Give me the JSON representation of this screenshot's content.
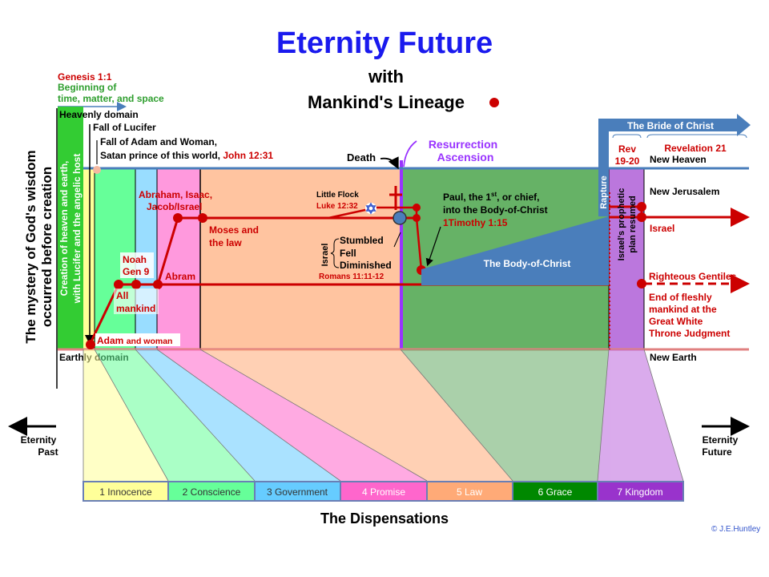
{
  "title": "Eternity Future",
  "subtitle_with": "with",
  "subtitle_lineage": "Mankind's Lineage",
  "side_title_line1": "The mystery of God's wisdom",
  "side_title_line2": "occurred before creation",
  "genesis": {
    "ref": "Genesis 1:1",
    "line1": "Beginning of",
    "line2": "time, matter, and space"
  },
  "heavenly_domain": "Heavenly domain",
  "earthly_domain": "Earthly domain",
  "creation_line1": "Creation of heaven and earth,",
  "creation_line2": "with Lucifer and the angelic host",
  "fall_lucifer": "Fall of Lucifer",
  "fall_adam_line1": "Fall of Adam and Woman,",
  "fall_adam_line2": "Satan prince of this world,",
  "fall_adam_ref": "John 12:31",
  "adam_label": "Adam",
  "woman_label": "and woman",
  "noah_line1": "Noah",
  "noah_line2": "Gen 9",
  "all_mankind_line1": "All",
  "all_mankind_line2": "mankind",
  "abram": "Abram",
  "abraham_line1": "Abraham, Isaac,",
  "abraham_line2": "Jacob/Israel",
  "moses_line1": "Moses and",
  "moses_line2": "the law",
  "little_flock": "Little Flock",
  "little_flock_ref": "Luke 12:32",
  "israel_vertical": "Israel",
  "stumbled": "Stumbled",
  "fell": "Fell",
  "diminished": "Diminished",
  "romans_ref": "Romans 11:11-12",
  "death": "Death",
  "resurrection": "Resurrection",
  "ascension": "Ascension",
  "paul_line1": "Paul, the 1",
  "paul_sup": "st",
  "paul_line1_end": ", or chief,",
  "paul_line2": "into the Body-of-Christ",
  "paul_ref": "1Timothy 1:15",
  "body_of_christ": "The Body-of-Christ",
  "rapture": "Rapture",
  "israel_plan_line1": "Israel's prophetic",
  "israel_plan_line2": "plan resumed",
  "bride": "The Bride of Christ",
  "rev_line1": "Rev",
  "rev_line2": "19-20",
  "revelation21": "Revelation 21",
  "new_heaven": "New Heaven",
  "new_jerusalem": "New Jerusalem",
  "israel_right": "Israel",
  "righteous_gentiles": "Righteous Gentiles",
  "end_flesh_line1": "End of fleshly",
  "end_flesh_line2": "mankind at the",
  "end_flesh_line3": "Great White",
  "end_flesh_line4": "Throne Judgment",
  "new_earth": "New Earth",
  "eternity_past_line1": "Eternity",
  "eternity_past_line2": "Past",
  "eternity_future_line1": "Eternity",
  "eternity_future_line2": "Future",
  "dispensations_title": "The Dispensations",
  "dispensations": [
    {
      "label": "1 Innocence",
      "color": "#ffff99",
      "text": "#333333"
    },
    {
      "label": "2 Conscience",
      "color": "#66ff99",
      "text": "#333333"
    },
    {
      "label": "3 Government",
      "color": "#66ccff",
      "text": "#333333"
    },
    {
      "label": "4 Promise",
      "color": "#ff66cc",
      "text": "#ffffff"
    },
    {
      "label": "5 Law",
      "color": "#ffaa77",
      "text": "#ffffff"
    },
    {
      "label": "6 Grace",
      "color": "#008800",
      "text": "#ffffff"
    },
    {
      "label": "7 Kingdom",
      "color": "#9933cc",
      "text": "#ffffff"
    }
  ],
  "copyright": "© J.E.Huntley",
  "colors": {
    "title_blue": "#1a1aee",
    "lineage_red": "#cc0000",
    "purple": "#9933ff",
    "domain_blue": "#4a7ebb"
  }
}
